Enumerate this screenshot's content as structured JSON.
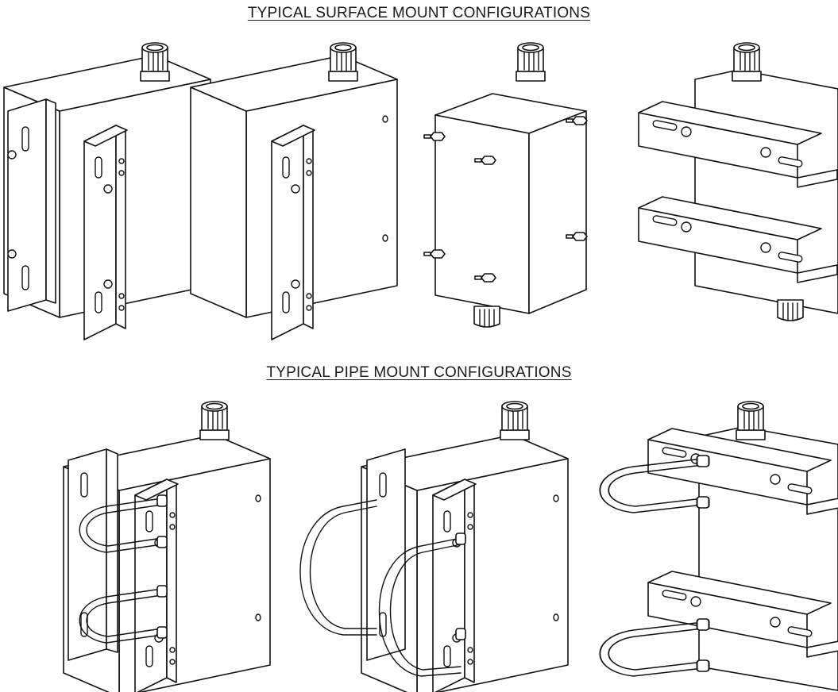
{
  "headings": {
    "surface": "TYPICAL SURFACE MOUNT CONFIGURATIONS",
    "pipe": "TYPICAL PIPE MOUNT CONFIGURATIONS"
  },
  "figures": {
    "surface": [
      "l-bracket-surface-mount",
      "single-l-bracket-surface-mount",
      "stud-surface-mount",
      "z-bracket-surface-mount"
    ],
    "pipe": [
      "l-bracket-pipe-mount-dual",
      "l-bracket-pipe-mount-single",
      "z-bracket-pipe-mount"
    ]
  },
  "colors": {
    "ink": "#111111",
    "paper": "#ffffff"
  }
}
